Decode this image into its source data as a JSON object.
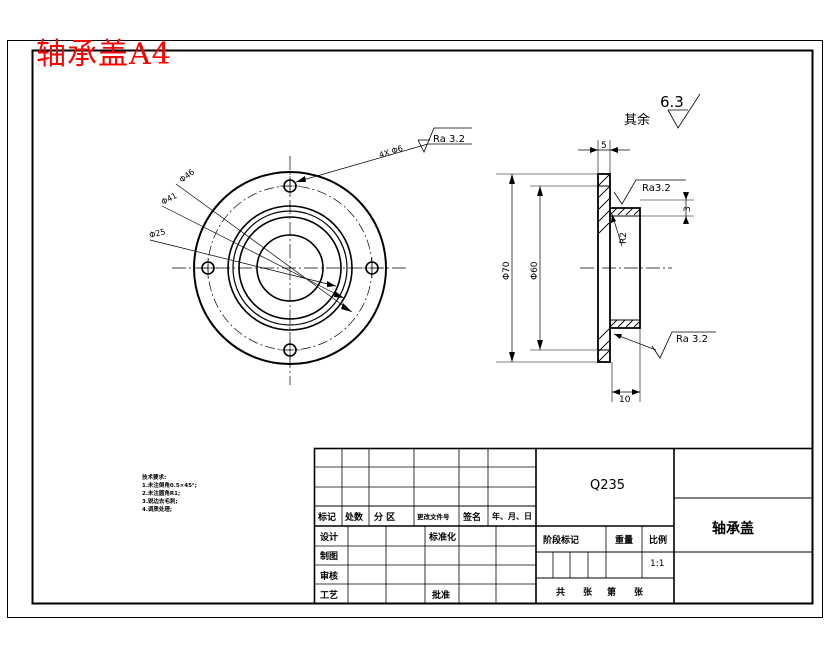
{
  "drawing": {
    "header_title": "轴承盖A4",
    "surface_note": {
      "prefix": "其余",
      "value": "6.3"
    }
  },
  "front_view": {
    "holes_callout": "4X Φ6",
    "roughness": "Ra 3.2",
    "dims": {
      "d1": "Φ46",
      "d2": "Φ41",
      "d3": "Φ25"
    }
  },
  "section_view": {
    "dims": {
      "top_width": "5",
      "outer_dia": "Φ70",
      "inner_dia": "Φ60",
      "step": "3",
      "radius": "R2",
      "bottom_width": "10"
    },
    "roughness_top": "Ra3.2",
    "roughness_bottom": "Ra 3.2"
  },
  "tech_notes": {
    "heading": "技术要求:",
    "items": [
      "1.未注倒角0.5×45°;",
      "2.未注圆角R1;",
      "3.锐边去毛刺;",
      "4.调质处理;"
    ]
  },
  "title_block": {
    "material": "Q235",
    "part_name": "轴承盖",
    "rev_headers": [
      "标记",
      "处数",
      "分 区",
      "更改文件号",
      "签名",
      "年、月、日"
    ],
    "roles": [
      "设计",
      "制图",
      "审核",
      "工艺"
    ],
    "standardize": "标准化",
    "approve": "批准",
    "stage_mark": "阶段标记",
    "weight": "重量",
    "scale_label": "比例",
    "scale_value": "1:1",
    "sheets": [
      "共",
      "张",
      "第",
      "张"
    ]
  }
}
